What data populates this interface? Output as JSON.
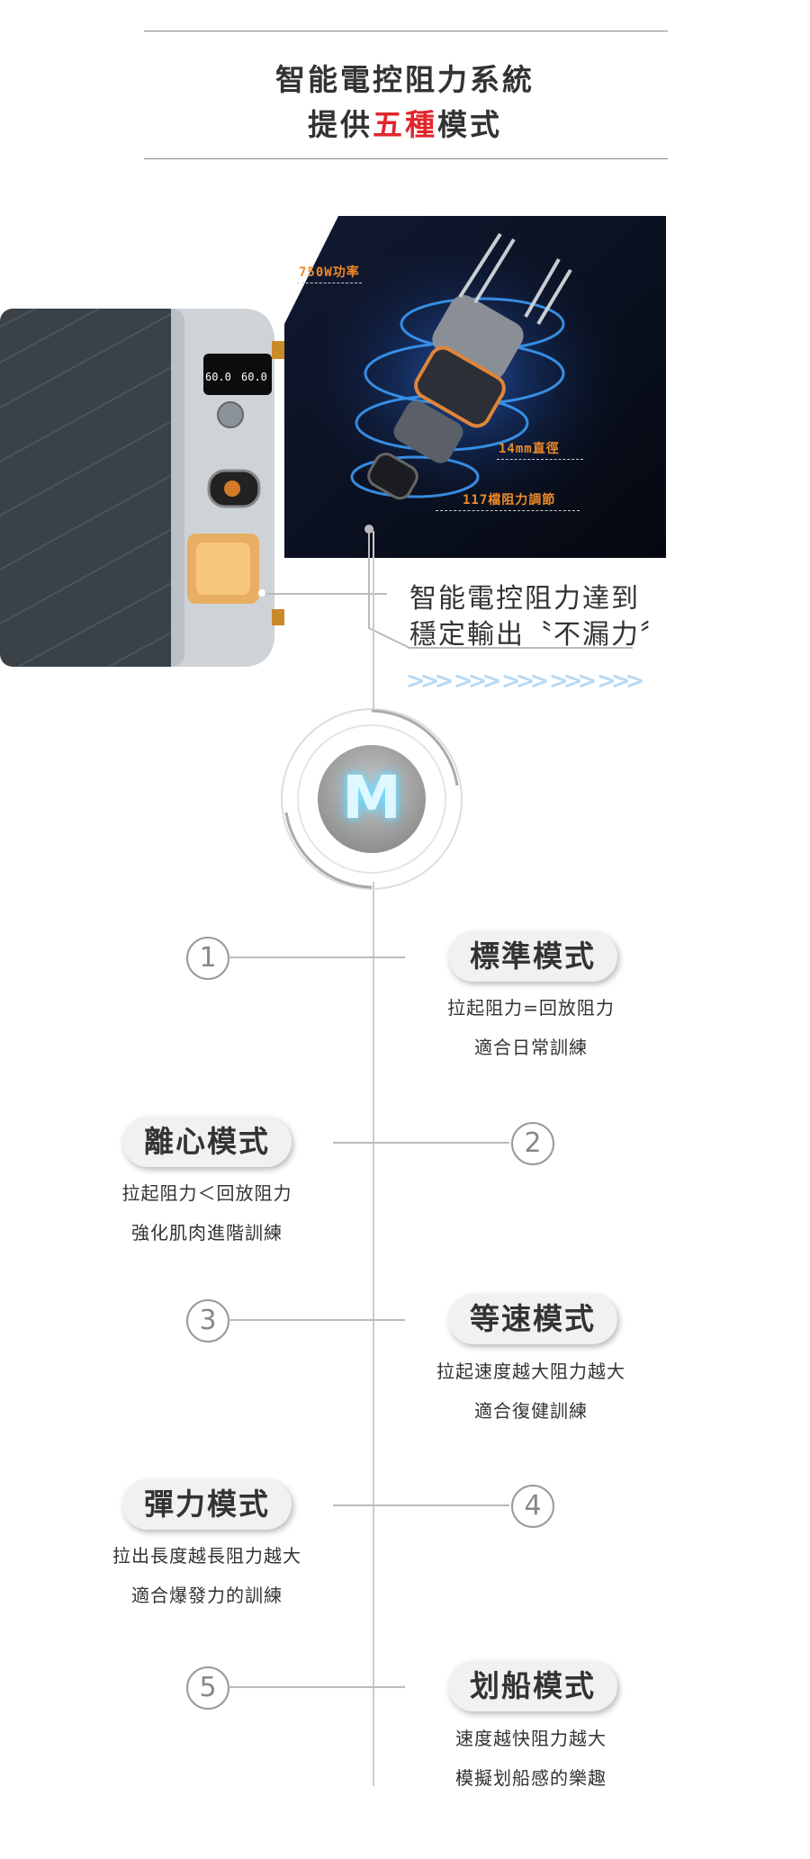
{
  "header": {
    "title_line1": "智能電控阻力系統",
    "title_line2_pre": "提供",
    "title_line2_highlight": "五種",
    "title_line2_post": "模式",
    "highlight_color": "#e0262d"
  },
  "device": {
    "display_left": "60.0",
    "display_right": "60.0"
  },
  "motor_labels": {
    "power": "750W功率",
    "diameter": "14mm直徑",
    "levels": "117檔阻力調節"
  },
  "claim": {
    "line1": "智能電控阻力達到",
    "line2": "穩定輸出〝不漏力〞",
    "chevrons": ">>>"
  },
  "center_badge": {
    "letter": "M"
  },
  "modes": [
    {
      "number": "1",
      "name": "標準模式",
      "desc1": "拉起阻力=回放阻力",
      "desc2": "適合日常訓練"
    },
    {
      "number": "2",
      "name": "離心模式",
      "desc1": "拉起阻力＜回放阻力",
      "desc2": "強化肌肉進階訓練"
    },
    {
      "number": "3",
      "name": "等速模式",
      "desc1": "拉起速度越大阻力越大",
      "desc2": "適合復健訓練"
    },
    {
      "number": "4",
      "name": "彈力模式",
      "desc1": "拉出長度越長阻力越大",
      "desc2": "適合爆發力的訓練"
    },
    {
      "number": "5",
      "name": "划船模式",
      "desc1": "速度越快阻力越大",
      "desc2": "模擬划船感的樂趣"
    }
  ]
}
